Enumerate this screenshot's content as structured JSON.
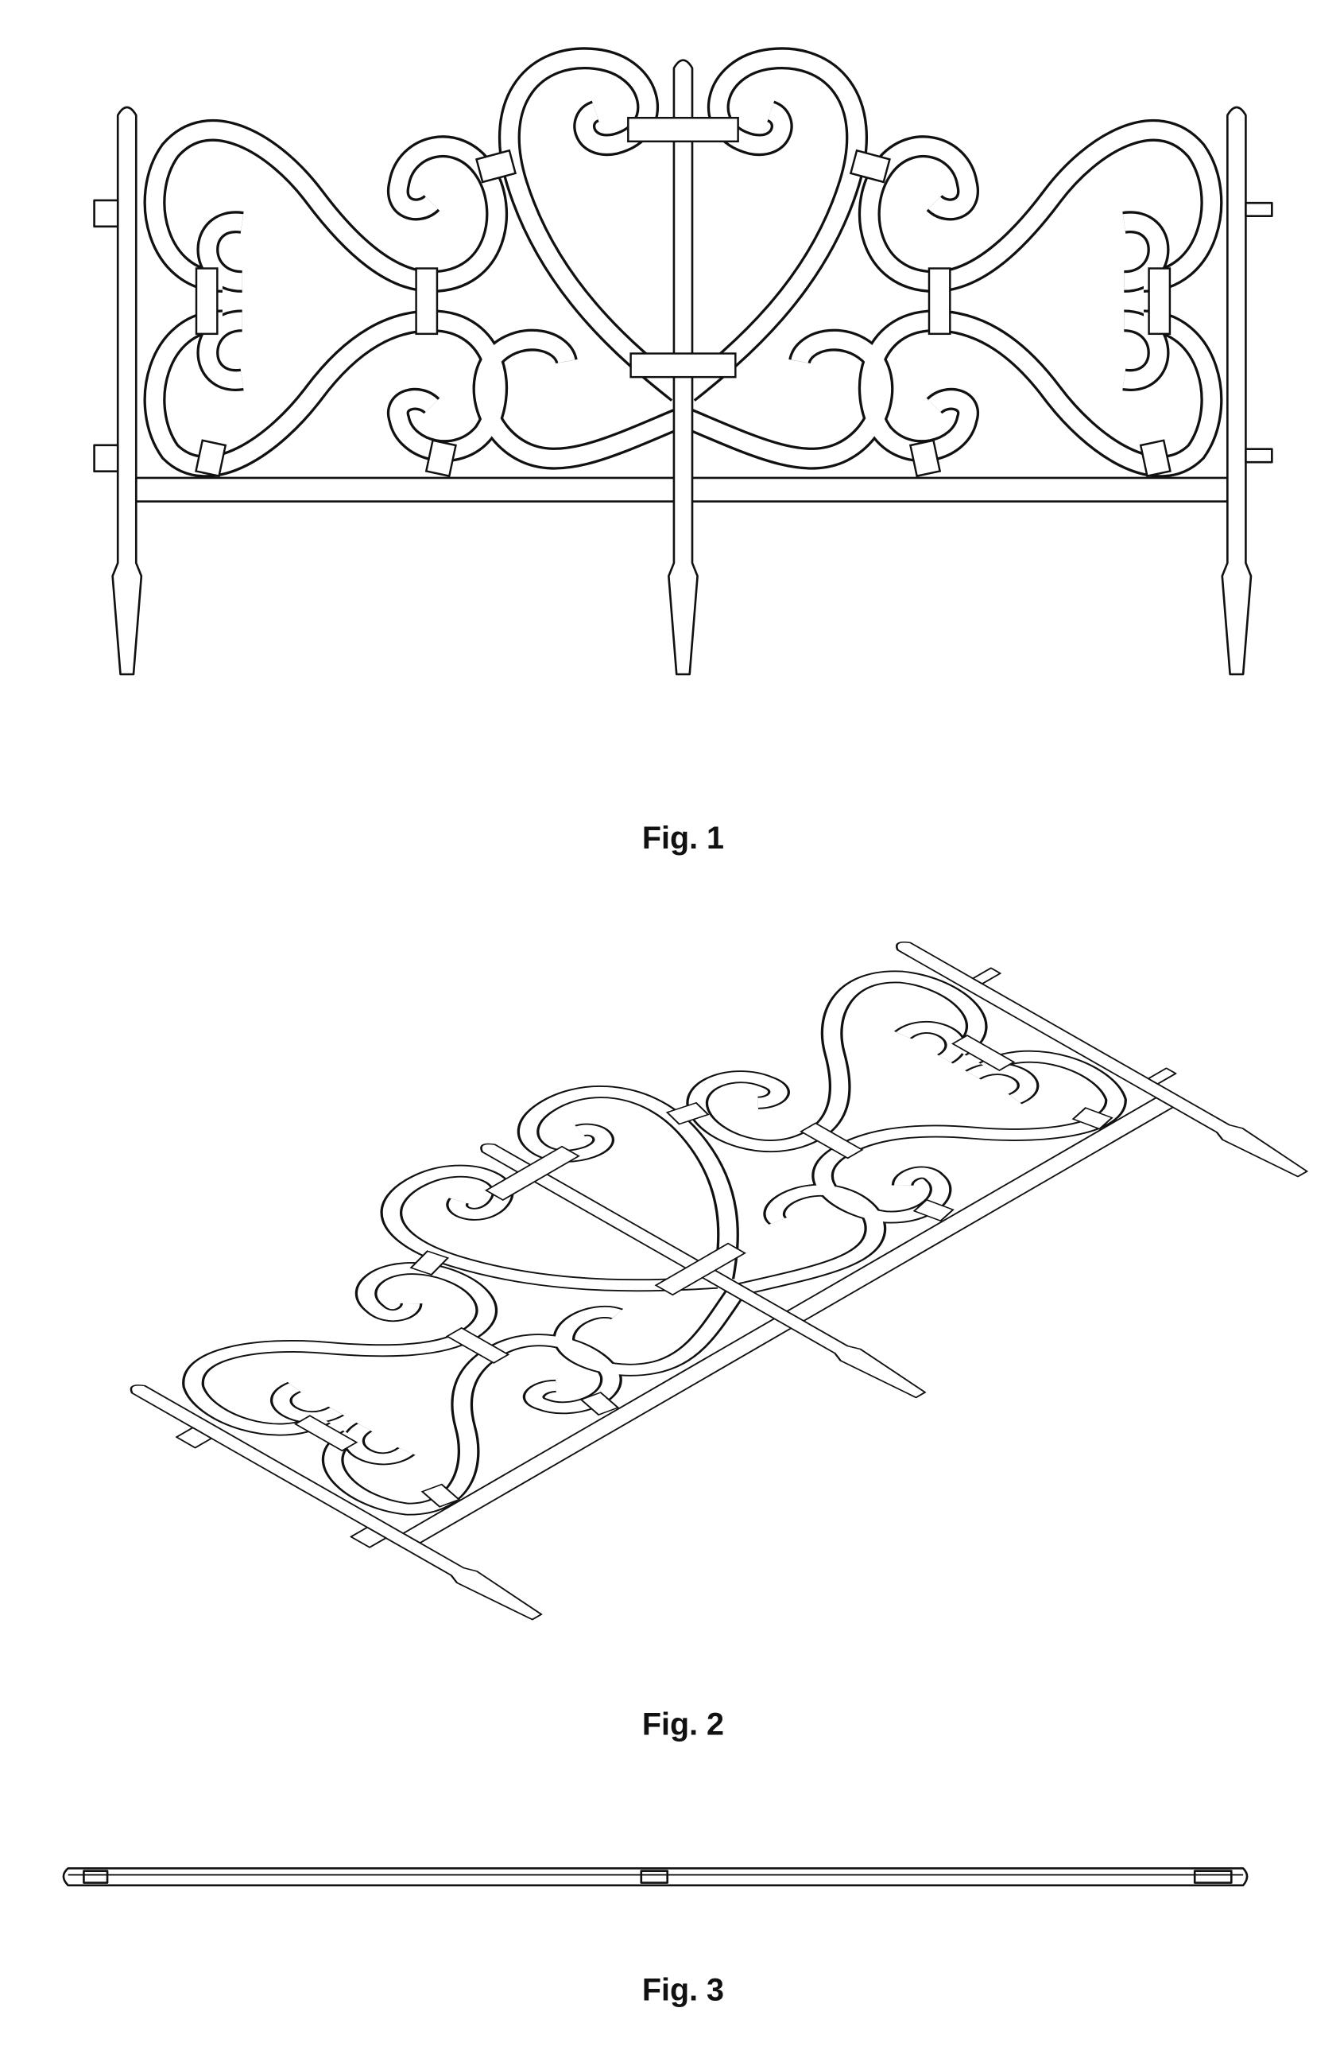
{
  "figures": [
    {
      "label": "Fig. 1"
    },
    {
      "label": "Fig. 2"
    },
    {
      "label": "Fig. 3"
    }
  ],
  "colors": {
    "line": "#111111",
    "background": "#ffffff"
  }
}
